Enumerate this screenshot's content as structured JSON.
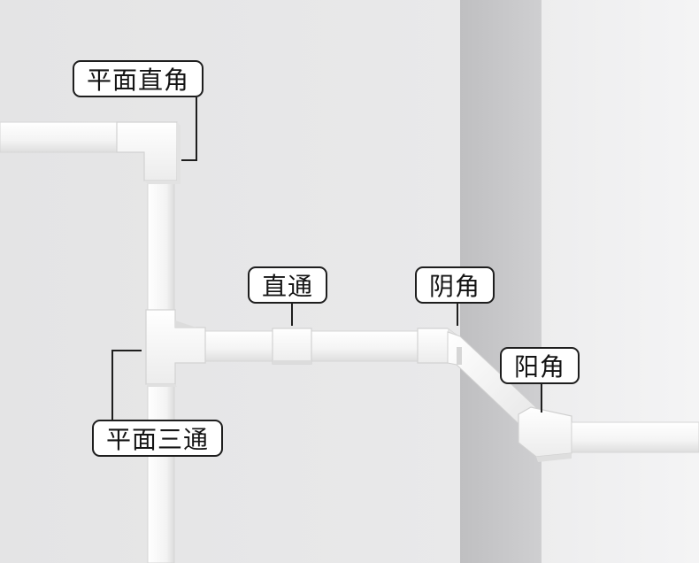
{
  "labels": {
    "flat_elbow": "平面直角",
    "straight_coupler": "直通",
    "inside_corner": "阴角",
    "outside_corner": "阳角",
    "flat_tee": "平面三通"
  },
  "colors": {
    "wall_left": "#e6e6e7",
    "wall_side": "#c9c9cb",
    "wall_right": "#f1f1f2",
    "trunking": "#f8f8f8",
    "fitting": "#ffffff",
    "leader": "#1e1e1e"
  }
}
